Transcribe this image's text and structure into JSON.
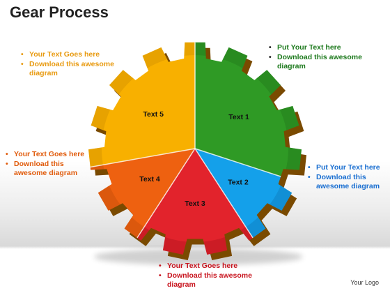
{
  "title": "Gear Process",
  "segments": [
    {
      "label": "Text 1",
      "color": "#2f9a25"
    },
    {
      "label": "Text 2",
      "color": "#14a0ea"
    },
    {
      "label": "Text 3",
      "color": "#e2232c"
    },
    {
      "label": "Text 4",
      "color": "#ee6110"
    },
    {
      "label": "Text 5",
      "color": "#f8b000"
    }
  ],
  "notes": {
    "top_left": [
      "Your Text Goes here",
      "Download this awesome diagram"
    ],
    "top_right": [
      "Put Your Text here",
      "Download this awesome diagram"
    ],
    "mid_left": [
      "Your Text Goes here",
      "Download this awesome diagram"
    ],
    "mid_right": [
      "Put Your Text here",
      "Download this awesome diagram"
    ],
    "bottom": [
      "Your Text Goes here",
      "Download this awesome diagram"
    ]
  },
  "logo": "Your Logo"
}
